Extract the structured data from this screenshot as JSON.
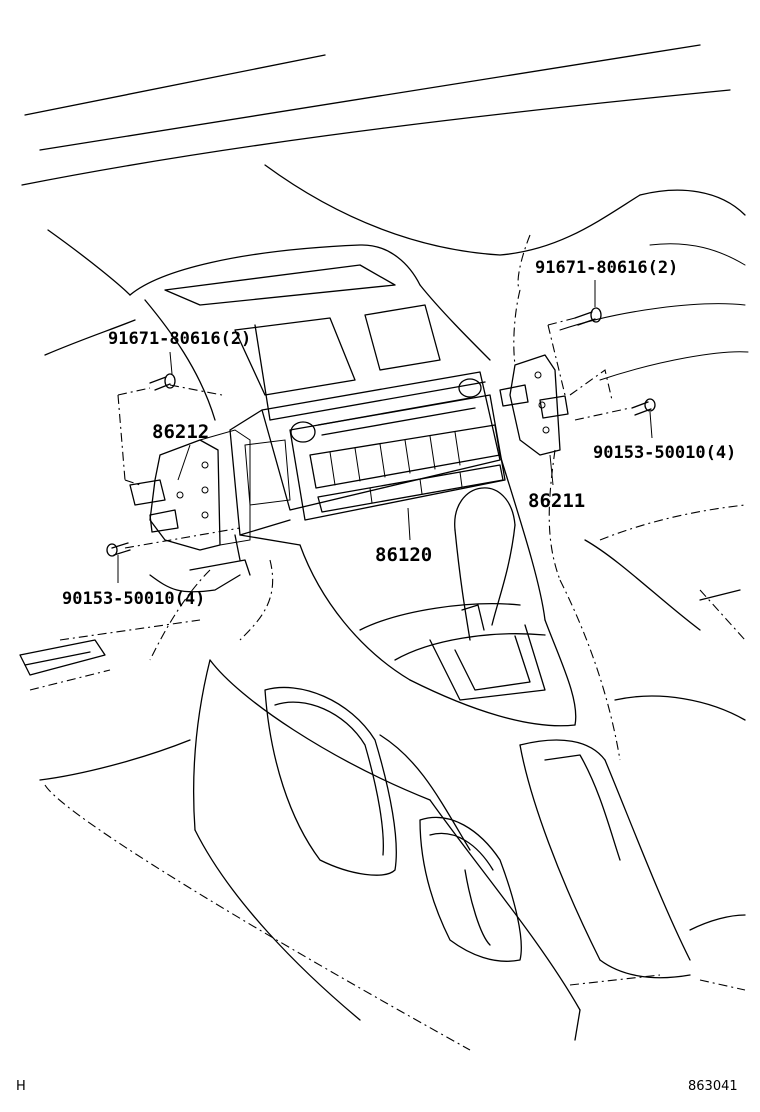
{
  "parts": {
    "screw_top_left": "91671-80616(2)",
    "screw_top_right": "91671-80616(2)",
    "bracket_left": "86212",
    "bracket_right": "86211",
    "screw_bottom_left": "90153-50010(4)",
    "screw_bottom_right": "90153-50010(4)",
    "receiver": "86120"
  },
  "footer": {
    "corner_mark": "H",
    "illustration_number": "863041"
  }
}
